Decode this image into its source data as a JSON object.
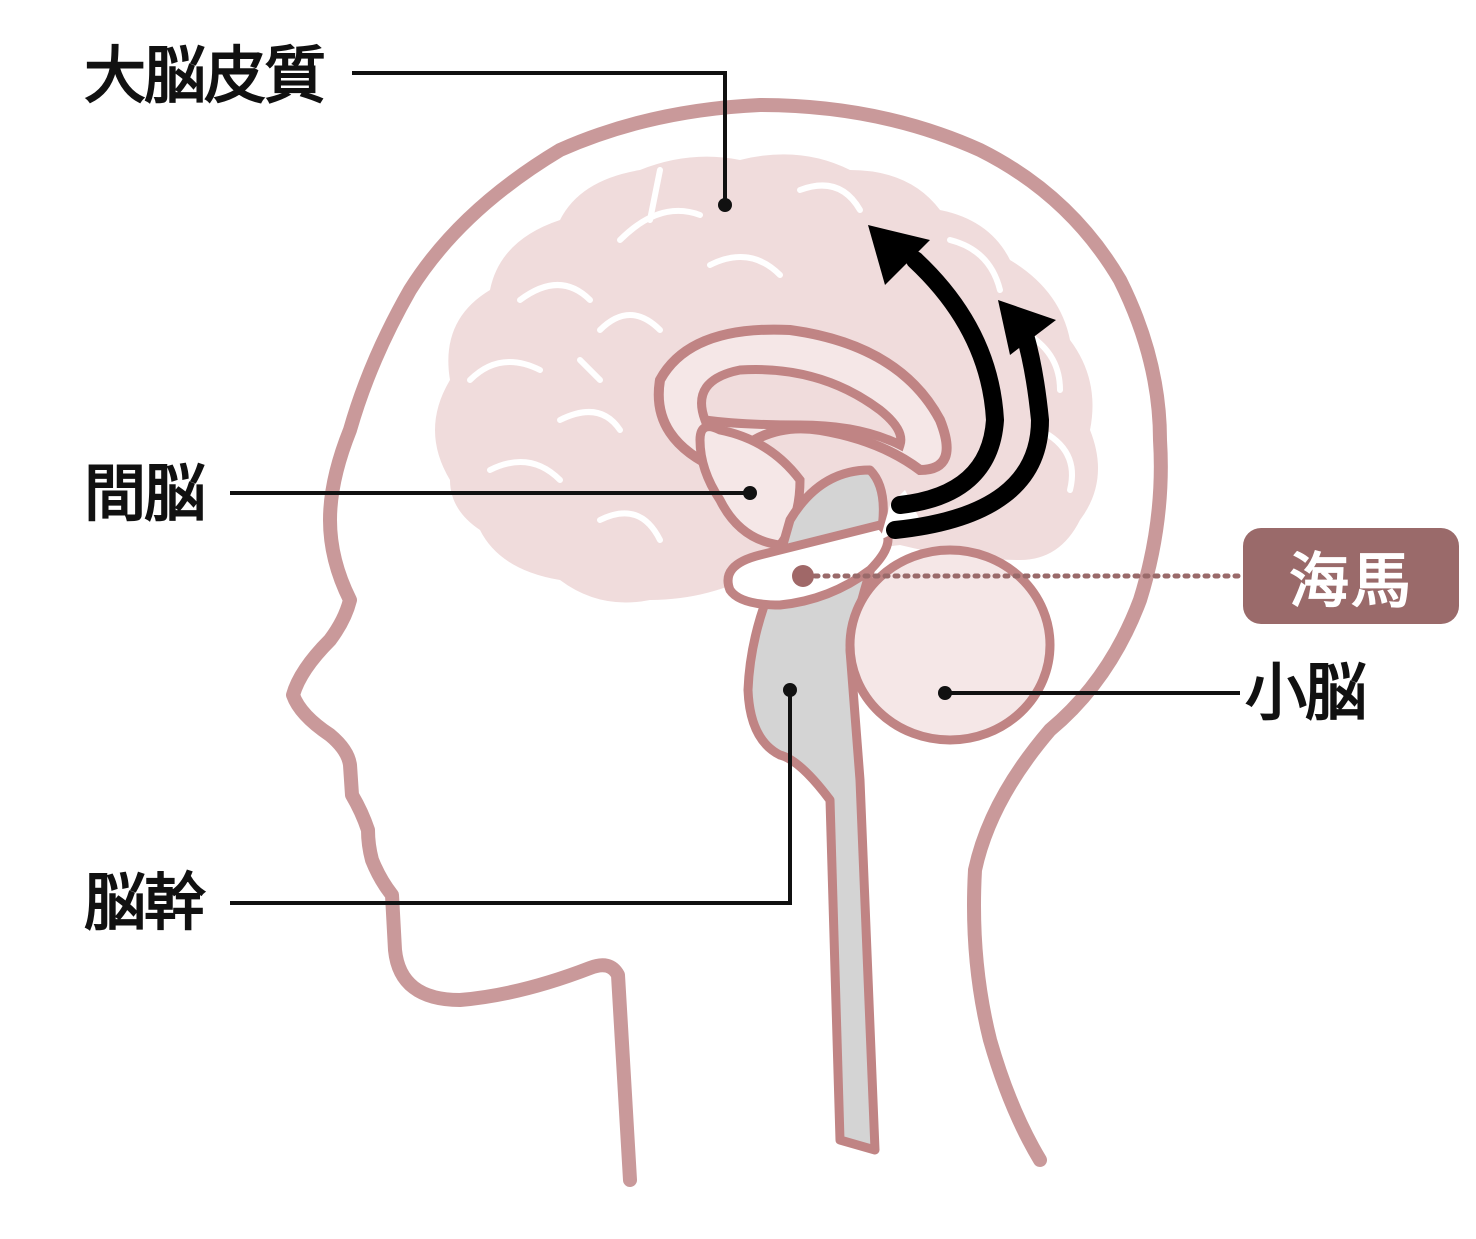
{
  "diagram": {
    "subject": "brain sagittal section in head profile",
    "labels": {
      "cerebral_cortex": "大脳皮質",
      "diencephalon": "間脳",
      "hippocampus": "海馬",
      "cerebellum": "小脳",
      "brainstem": "脳幹"
    },
    "annotations": {
      "arrows": "two curved arrows rising from the hippocampus toward the cerebral cortex"
    },
    "colors": {
      "outline": "#c9999a",
      "organ_outline": "#c08484",
      "brain_fill": "#f0dcdc",
      "inner_fill": "#f5e7e7",
      "brainstem_fill": "#d4d4d4",
      "badge": "#9a6a6a",
      "leader_line": "#111111",
      "arrow": "#000000"
    }
  }
}
